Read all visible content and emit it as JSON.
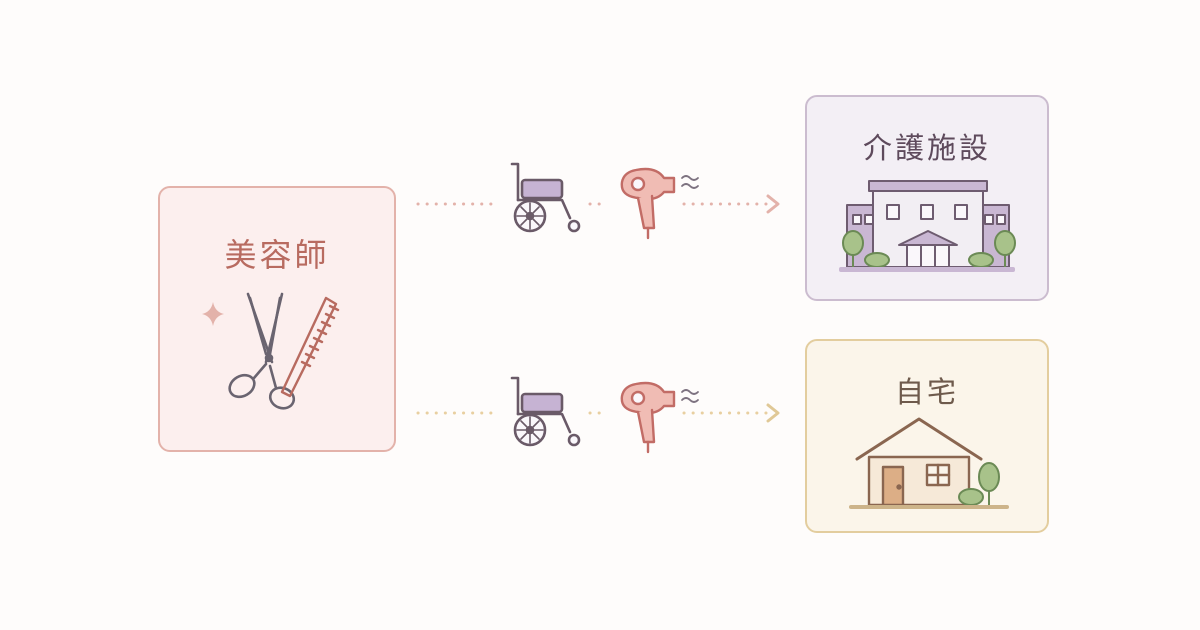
{
  "stylist": {
    "title": "美容師"
  },
  "routes": [
    {
      "destination": {
        "title": "介護施設"
      }
    },
    {
      "destination": {
        "title": "自宅"
      }
    }
  ],
  "icons": [
    "sparkle-icon",
    "scissors-icon",
    "comb-icon",
    "wheelchair-icon",
    "hair-dryer-icon",
    "arrow-right-icon",
    "care-facility-building-icon",
    "tree-icon",
    "house-icon"
  ],
  "colors": {
    "stylist_accent": "#b86b60",
    "facility_accent": "#cbbccf",
    "home_accent": "#e3cd9e",
    "wheelchair_seat": "#c6b3d3",
    "dryer": "#d99b95"
  }
}
